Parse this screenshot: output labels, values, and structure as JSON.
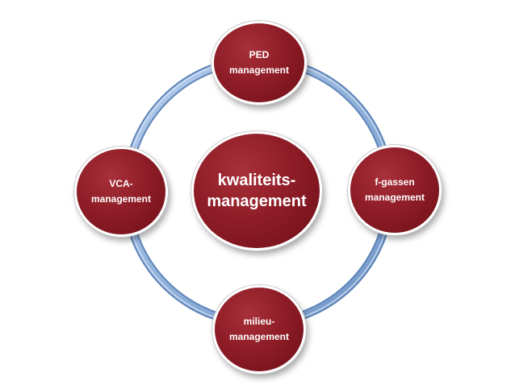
{
  "diagram": {
    "center": {
      "lines": [
        "kwaliteits-",
        "management"
      ]
    },
    "nodes": {
      "top": {
        "lines": [
          "PED",
          "management"
        ]
      },
      "right": {
        "lines": [
          "f-gassen",
          "management"
        ]
      },
      "bottom": {
        "lines": [
          "milieu-",
          "management"
        ]
      },
      "left": {
        "lines": [
          "VCA-",
          "management"
        ]
      }
    },
    "colors": {
      "node_fill": "#8f1d27",
      "ring": "#8fb1da",
      "ring_edge": "#5f85b8",
      "text": "#ffffff"
    }
  }
}
